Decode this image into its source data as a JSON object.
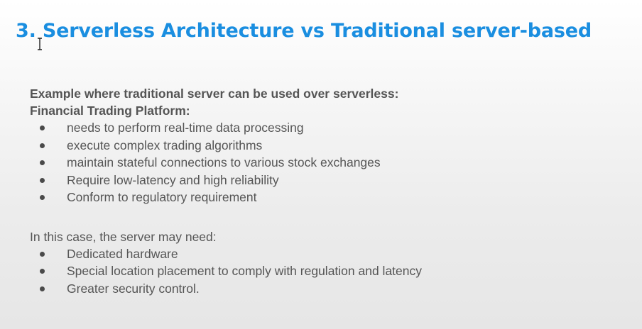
{
  "slide": {
    "title": "3. Serverless Architecture vs Traditional server-based",
    "section1": {
      "heading": "Example where traditional server can be used over serverless:",
      "subheading": "Financial Trading Platform:",
      "bullets": [
        "needs to perform real-time data processing",
        "execute complex trading algorithms",
        "maintain stateful connections to various stock exchanges",
        "Require low-latency and high reliability",
        "Conform to regulatory requirement"
      ]
    },
    "section2": {
      "intro": "In this case, the server may need:",
      "bullets": [
        "Dedicated hardware",
        "Special location placement to comply with regulation and latency",
        "Greater security control."
      ]
    }
  },
  "icons": {
    "cursor": "text-cursor-icon",
    "bullet": "bullet-dot-icon"
  },
  "colors": {
    "title": "#1a8ee0",
    "body_text": "#555555",
    "background": "#f2f2f2"
  }
}
